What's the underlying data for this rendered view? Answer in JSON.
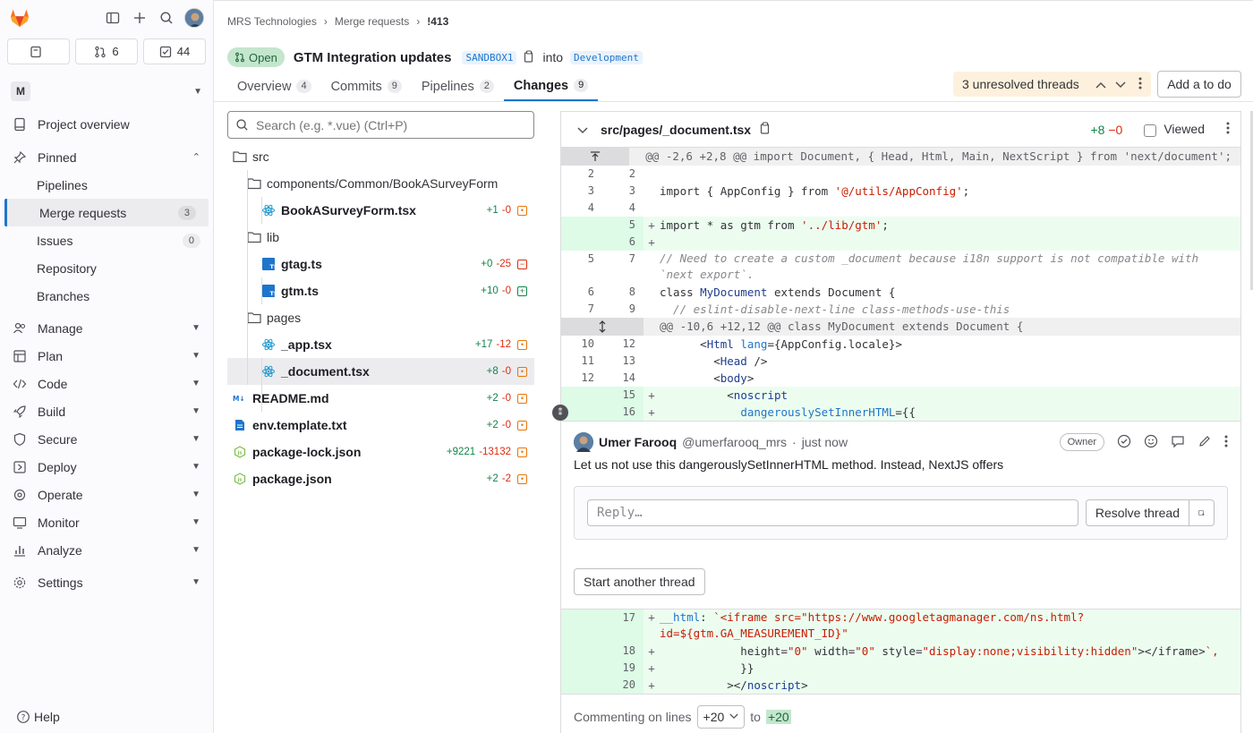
{
  "sidebar": {
    "project_initial": "M",
    "counts": {
      "issues": "",
      "merge_requests": "6",
      "todos": "44"
    },
    "items": {
      "project_overview": "Project overview",
      "pinned": "Pinned",
      "pinned_items": [
        {
          "label": "Pipelines",
          "badge": ""
        },
        {
          "label": "Merge requests",
          "badge": "3"
        },
        {
          "label": "Issues",
          "badge": "0"
        },
        {
          "label": "Repository",
          "badge": ""
        },
        {
          "label": "Branches",
          "badge": ""
        }
      ],
      "sections": [
        "Manage",
        "Plan",
        "Code",
        "Build",
        "Secure",
        "Deploy",
        "Operate",
        "Monitor",
        "Analyze",
        "Settings"
      ]
    },
    "help": "Help"
  },
  "breadcrumb": [
    "MRS Technologies",
    "Merge requests",
    "!413"
  ],
  "mr": {
    "status": "Open",
    "title": "GTM Integration updates",
    "source_branch": "SANDBOX1",
    "into": "into",
    "target_branch": "Development"
  },
  "tabs": [
    {
      "label": "Overview",
      "count": "4"
    },
    {
      "label": "Commits",
      "count": "9"
    },
    {
      "label": "Pipelines",
      "count": "2"
    },
    {
      "label": "Changes",
      "count": "9"
    }
  ],
  "threads": {
    "label": "3 unresolved threads"
  },
  "todo_label": "Add a to do",
  "search": {
    "placeholder": "Search (e.g. *.vue) (Ctrl+P)"
  },
  "tree": [
    {
      "name": "src",
      "type": "folder",
      "depth": 0
    },
    {
      "name": "components/Common/BookASurveyForm",
      "type": "folder",
      "depth": 1
    },
    {
      "name": "BookASurveyForm.tsx",
      "type": "react",
      "depth": 2,
      "add": "+1",
      "del": "-0",
      "status": "m"
    },
    {
      "name": "lib",
      "type": "folder",
      "depth": 1
    },
    {
      "name": "gtag.ts",
      "type": "ts",
      "depth": 2,
      "add": "+0",
      "del": "-25",
      "status": "d"
    },
    {
      "name": "gtm.ts",
      "type": "ts",
      "depth": 2,
      "add": "+10",
      "del": "-0",
      "status": "a"
    },
    {
      "name": "pages",
      "type": "folder",
      "depth": 1
    },
    {
      "name": "_app.tsx",
      "type": "react",
      "depth": 2,
      "add": "+17",
      "del": "-12",
      "status": "m"
    },
    {
      "name": "_document.tsx",
      "type": "react",
      "depth": 2,
      "add": "+8",
      "del": "-0",
      "status": "m",
      "selected": true
    },
    {
      "name": "README.md",
      "type": "md",
      "depth": 0,
      "add": "+2",
      "del": "-0",
      "status": "m"
    },
    {
      "name": "env.template.txt",
      "type": "txt",
      "depth": 0,
      "add": "+2",
      "del": "-0",
      "status": "m"
    },
    {
      "name": "package-lock.json",
      "type": "json",
      "depth": 0,
      "add": "+9221",
      "del": "-13132",
      "status": "m"
    },
    {
      "name": "package.json",
      "type": "json",
      "depth": 0,
      "add": "+2",
      "del": "-2",
      "status": "m"
    }
  ],
  "diff": {
    "file": "src/pages/_document.tsx",
    "add": "+8",
    "del": "−0",
    "viewed": "Viewed",
    "hunk1": "@@ -2,6 +2,8 @@ import Document, { Head, Html, Main, NextScript } from 'next/document';",
    "hunk2": "@@ -10,6 +12,12 @@ class MyDocument extends Document {",
    "lines_a": [
      {
        "o": "2",
        "n": "2",
        "s": "",
        "t": "ctx",
        "c": ""
      },
      {
        "o": "3",
        "n": "3",
        "s": "",
        "t": "ctx",
        "c": "import { AppConfig } from '@/utils/AppConfig';"
      },
      {
        "o": "4",
        "n": "4",
        "s": "",
        "t": "ctx",
        "c": ""
      },
      {
        "o": "",
        "n": "5",
        "s": "+",
        "t": "add",
        "c": "import * as gtm from '../lib/gtm';"
      },
      {
        "o": "",
        "n": "6",
        "s": "+",
        "t": "add",
        "c": ""
      },
      {
        "o": "5",
        "n": "7",
        "s": "",
        "t": "tall",
        "c": "// Need to create a custom _document because i18n support is not compatible with `next export`."
      },
      {
        "o": "6",
        "n": "8",
        "s": "",
        "t": "ctx",
        "c": "class MyDocument extends Document {"
      },
      {
        "o": "7",
        "n": "9",
        "s": "",
        "t": "ctx",
        "c": "  // eslint-disable-next-line class-methods-use-this"
      }
    ],
    "lines_b": [
      {
        "o": "10",
        "n": "12",
        "s": "",
        "t": "ctx",
        "c": "      <Html lang={AppConfig.locale}>"
      },
      {
        "o": "11",
        "n": "13",
        "s": "",
        "t": "ctx",
        "c": "        <Head />"
      },
      {
        "o": "12",
        "n": "14",
        "s": "",
        "t": "ctx",
        "c": "        <body>"
      },
      {
        "o": "",
        "n": "15",
        "s": "+",
        "t": "add",
        "c": "          <noscript"
      },
      {
        "o": "",
        "n": "16",
        "s": "+",
        "t": "add",
        "c": "            dangerouslySetInnerHTML={{"
      }
    ],
    "lines_c": [
      {
        "o": "",
        "n": "17",
        "s": "+",
        "t": "tall",
        "c": "              __html: `<iframe src=\"https://www.googletagmanager.com/ns.html?id=${gtm.GA_MEASUREMENT_ID}\""
      },
      {
        "o": "",
        "n": "18",
        "s": "+",
        "t": "add",
        "c": "            height=\"0\" width=\"0\" style=\"display:none;visibility:hidden\"></iframe>`,"
      },
      {
        "o": "",
        "n": "19",
        "s": "+",
        "t": "add",
        "c": "            }}"
      },
      {
        "o": "",
        "n": "20",
        "s": "+",
        "t": "add",
        "c": "          ></noscript>"
      }
    ]
  },
  "discussion": {
    "author": "Umer Farooq",
    "handle": "@umerfarooq_mrs",
    "sep": "·",
    "time": "just now",
    "role": "Owner",
    "body": "Let us not use this dangerouslySetInnerHTML method. Instead, NextJS offers",
    "reply_placeholder": "Reply…",
    "resolve": "Resolve thread",
    "start_another": "Start another thread"
  },
  "commenting": {
    "label": "Commenting on lines",
    "from": "+20",
    "to": "to",
    "to_value": "+20"
  },
  "colors": {
    "accent": "#1f75cb",
    "added": "#108548",
    "deleted": "#dd2b0e",
    "modified": "#e9760a"
  }
}
